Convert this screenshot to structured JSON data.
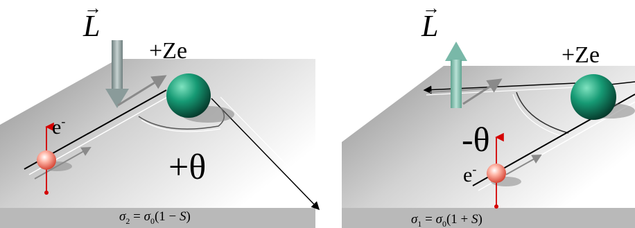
{
  "panels": [
    {
      "id": "left",
      "vector_letter": "L",
      "vector_arrow": "→",
      "charge": "+Ze",
      "electron": "e",
      "electron_sup": "-",
      "angle": "+θ",
      "formula": {
        "sigma": "σ",
        "sub": "2",
        "rhs_sigma": "σ",
        "rhs_sub": "0",
        "rest_a": "(1 − ",
        "S": "S",
        "rest_b": ")"
      },
      "spin_direction": "down",
      "scatter_direction": "right"
    },
    {
      "id": "right",
      "vector_letter": "L",
      "vector_arrow": "→",
      "charge": "+Ze",
      "electron": "e",
      "electron_sup": "-",
      "angle": "-θ",
      "formula": {
        "sigma": "σ",
        "sub": "1",
        "rhs_sigma": "σ",
        "rhs_sub": "0",
        "rest_a": "(1 + ",
        "S": "S",
        "rest_b": ")"
      },
      "spin_direction": "up",
      "scatter_direction": "left"
    }
  ],
  "colors": {
    "nucleus": "#0e6b52",
    "nucleus_highlight": "#7fe3c0",
    "electron": "#e85a4a",
    "electron_highlight": "#ffe2dc",
    "spin_arrow": "#d40000",
    "L_arrow_left": "#8a9b9a",
    "L_arrow_right": "#79b8a8"
  }
}
